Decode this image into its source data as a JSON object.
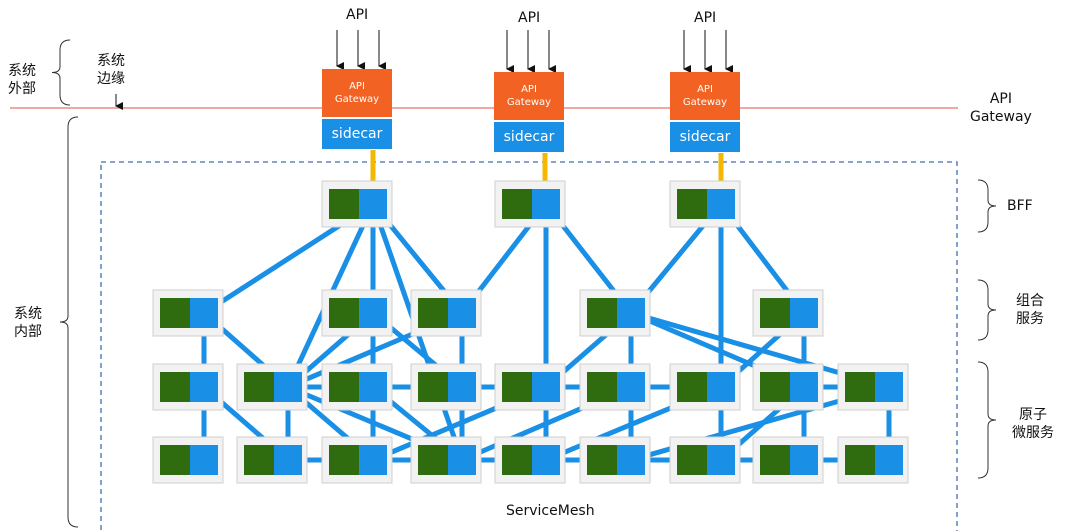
{
  "api_labels": [
    "API",
    "API",
    "API"
  ],
  "gateway_text": "API\nGateway",
  "sidecar_text": "sidecar",
  "left_labels": {
    "system_outside": "系统\n外部",
    "system_edge": "系统\n边缘",
    "system_inside": "系统\n内部"
  },
  "right_labels": {
    "api_gateway": "API\nGateway",
    "bff": "BFF",
    "composite": "组合\n服务",
    "atomic": "原子\n微服务"
  },
  "service_mesh_label": "ServiceMesh",
  "colors": {
    "gateway": "#f26222",
    "sidecar": "#1a8fe6",
    "node_blue": "#1a8fe6",
    "node_green": "#2f6b0f",
    "edge_line": "#1a8fe6",
    "link_yellow": "#f5b800",
    "boundary_red": "#e8736f",
    "mesh_border": "#3b6fb0"
  }
}
